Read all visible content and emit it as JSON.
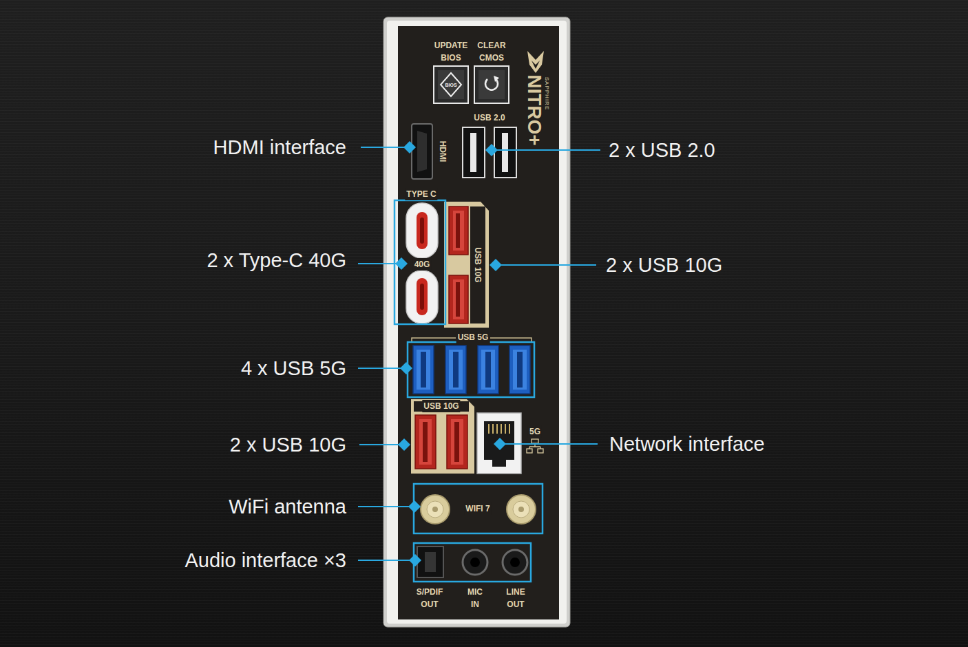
{
  "diagram": {
    "labels": [
      "UPDATE BIOS",
      "CLEAR CMOS",
      "BIOS",
      "SAPPHIRE",
      "NITRO+",
      "HDMI interface",
      "HDMI",
      "USB 2.0",
      "2 x USB 2.0",
      "TYPE C",
      "2 x Type-C 40G",
      "40G",
      "USB 10G",
      "2 x USB 10G",
      "USB 5G",
      "4 x USB 5G",
      "USB 10G",
      "2 x USB 10G",
      "5G",
      "Network interface",
      "WiFi antenna",
      "WIFI 7",
      "Audio interface ×3",
      "S/PDIF OUT",
      "MIC IN",
      "LINE OUT"
    ]
  }
}
